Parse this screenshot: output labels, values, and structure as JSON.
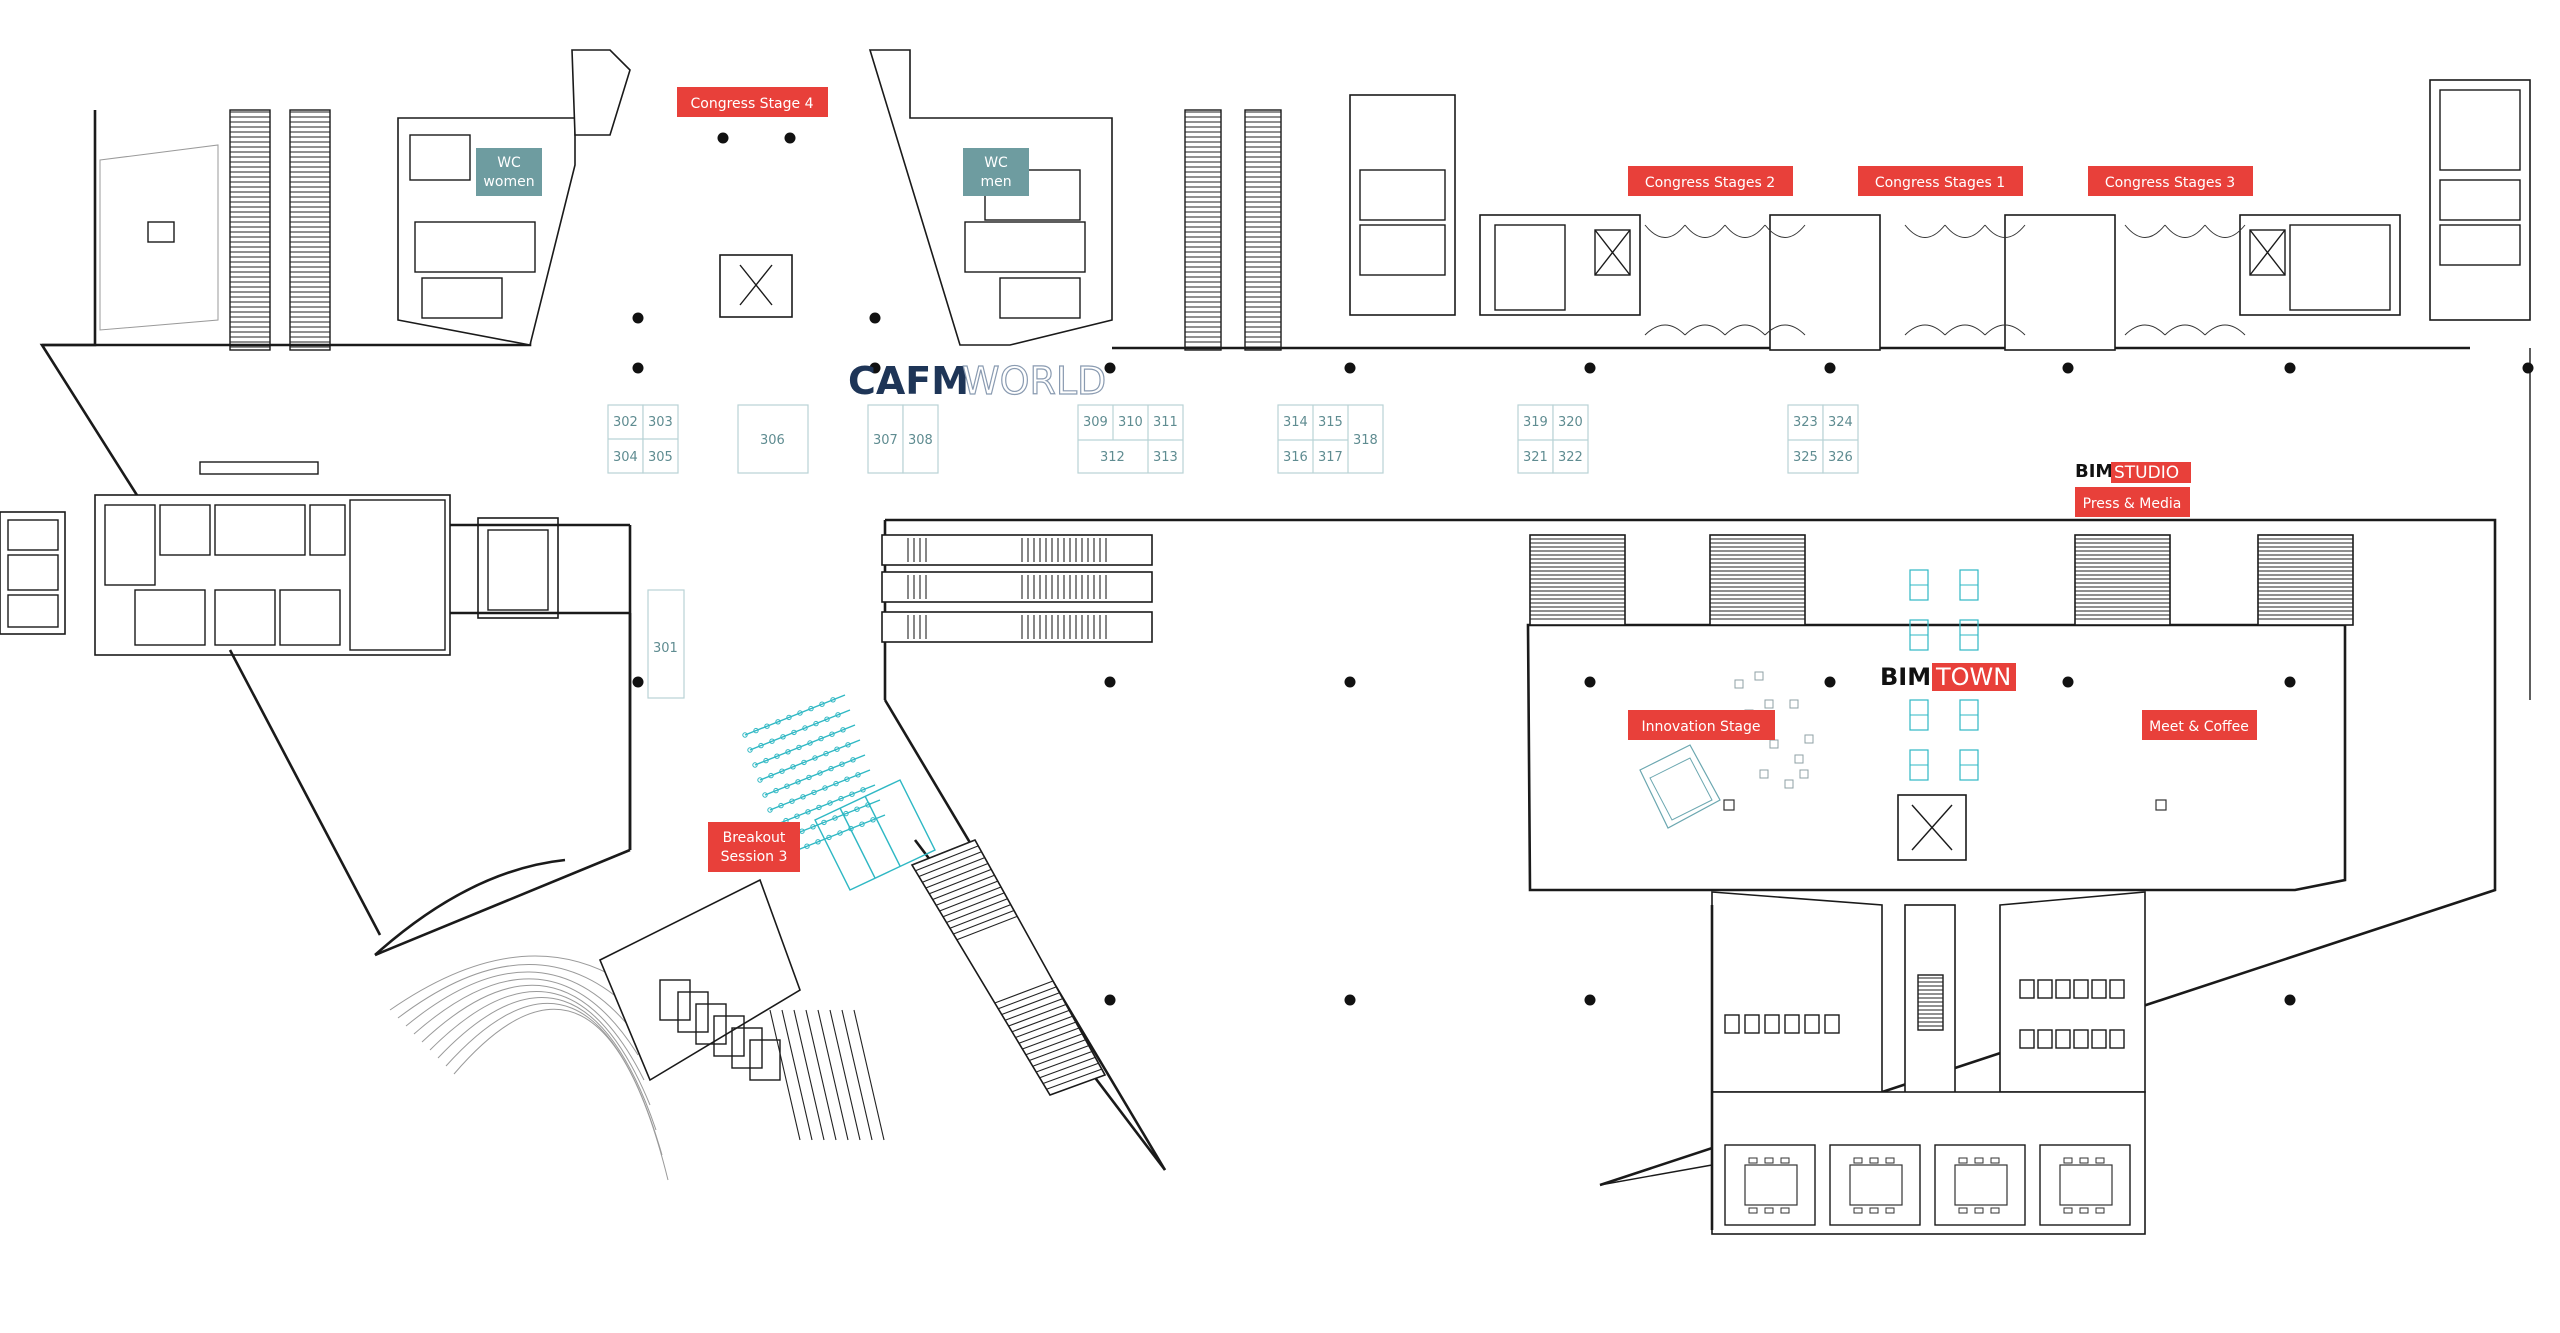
{
  "brands": {
    "cafm_world": {
      "part1": "CAFM",
      "part2": "WORLD",
      "color1": "#1e3557",
      "color2": "#8a9bb1"
    },
    "bim_town": {
      "part1": "BIM",
      "part2": "TOWN",
      "accent": "#e8403a"
    },
    "bim_studio": {
      "part1": "BIM",
      "part2": "STUDIO",
      "accent": "#e8403a"
    }
  },
  "stage_labels": {
    "congress_stage_4": "Congress Stage 4",
    "congress_stages_2": "Congress Stages 2",
    "congress_stages_1": "Congress Stages 1",
    "congress_stages_3": "Congress Stages 3",
    "press_media": "Press & Media",
    "innovation_stage": "Innovation Stage",
    "meet_coffee": "Meet & Coffee",
    "breakout_line1": "Breakout",
    "breakout_line2": "Session 3"
  },
  "wc": {
    "women_line1": "WC",
    "women_line2": "women",
    "men_line1": "WC",
    "men_line2": "men"
  },
  "booths": {
    "b301": "301",
    "b302": "302",
    "b303": "303",
    "b304": "304",
    "b305": "305",
    "b306": "306",
    "b307": "307",
    "b308": "308",
    "b309": "309",
    "b310": "310",
    "b311": "311",
    "b312": "312",
    "b313": "313",
    "b314": "314",
    "b315": "315",
    "b316": "316",
    "b317": "317",
    "b318": "318",
    "b319": "319",
    "b320": "320",
    "b321": "321",
    "b322": "322",
    "b323": "323",
    "b324": "324",
    "b325": "325",
    "b326": "326"
  },
  "colors": {
    "label_red": "#e8403a",
    "wc_teal": "#6e9ca0",
    "booth_outline": "#b9d3d6",
    "booth_text": "#5f8c91",
    "wall": "#1a1a1a",
    "seating_cyan": "#2fb8c4"
  },
  "icons": [
    "escalator-icon",
    "elevator-icon",
    "stair-icon",
    "pillar-icon",
    "door-icon",
    "table-icon"
  ]
}
